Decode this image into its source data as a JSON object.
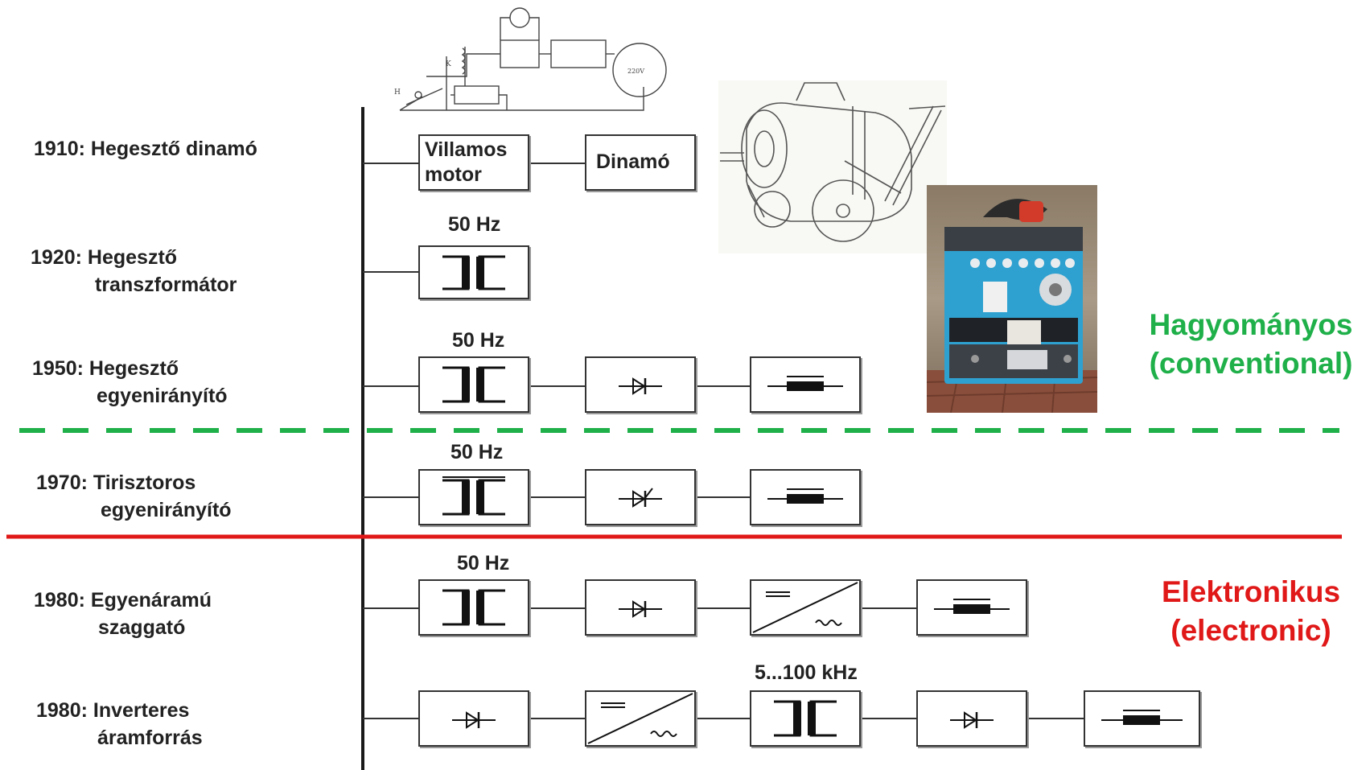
{
  "rows": [
    {
      "year": "1910:",
      "title": "Hegesztő dinamó",
      "subtitle": ""
    },
    {
      "year": "1920:",
      "title": "Hegesztő",
      "subtitle": "transzformátor"
    },
    {
      "year": "1950:",
      "title": "Hegesztő",
      "subtitle": "egyenirányító"
    },
    {
      "year": "1970:",
      "title": "Tirisztoros",
      "subtitle": "egyenirányító"
    },
    {
      "year": "1980:",
      "title": "Egyenáramú",
      "subtitle": "szaggató"
    },
    {
      "year": "1980:",
      "title": "Inverteres",
      "subtitle": "áramforrás"
    }
  ],
  "blocks": {
    "motor_line1": "Villamos",
    "motor_line2": "motor",
    "dynamo": "Dinamó"
  },
  "frequencies": {
    "f1920": "50 Hz",
    "f1950": "50 Hz",
    "f1970": "50 Hz",
    "f1980a": "50 Hz",
    "f1980b": "5...100 kHz"
  },
  "sections": {
    "conventional_line1": "Hagyományos",
    "conventional_line2": "(conventional)",
    "electronic_line1": "Elektronikus",
    "electronic_line2": "(electronic)"
  },
  "colors": {
    "conventional": "#1fb04a",
    "electronic": "#e01818",
    "lines": "#222222"
  }
}
